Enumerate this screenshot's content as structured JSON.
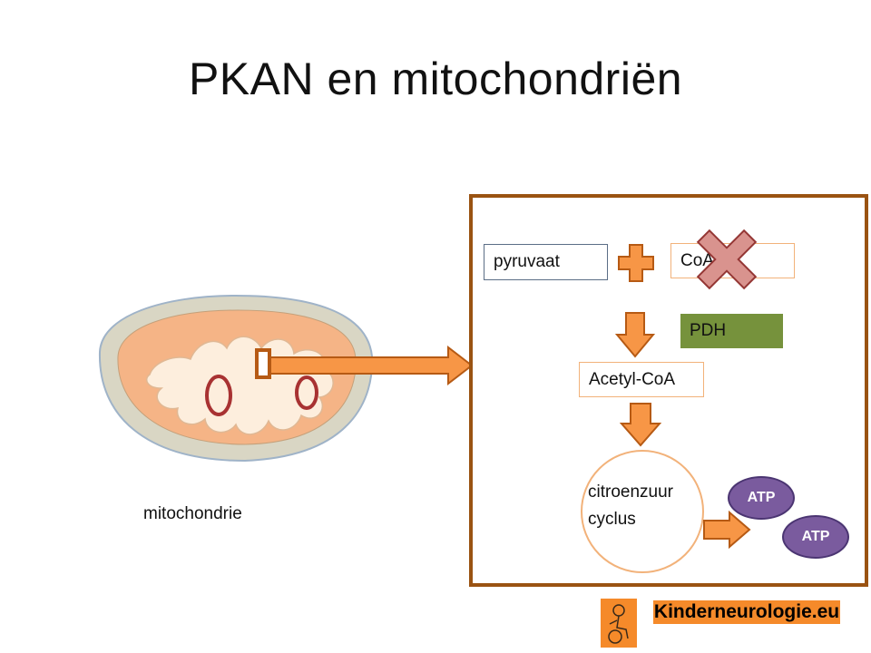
{
  "slide": {
    "title": "PKAN en mitochondriën"
  },
  "mitochondrion": {
    "label": "mitochondrie"
  },
  "pathway": {
    "pyruvate_label": "pyruvaat",
    "coa_label": "CoA",
    "enzyme_label": "PDH",
    "acetyl_coa_label": "Acetyl-CoA",
    "cycle_label_line1": "citroenzuur",
    "cycle_label_line2": "cyclus",
    "atp_labels": [
      "ATP",
      "ATP"
    ]
  },
  "logo": {
    "text": "Kinderneurologie.eu"
  },
  "colors": {
    "panel_border": "#9a5312",
    "arrow_fill": "#f79646",
    "arrow_stroke": "#b65a14",
    "enzyme_fill": "#76923c",
    "cross_fill": "#d9938e",
    "cross_stroke": "#943634",
    "atp_fill": "#7a5b9e",
    "logo_fill": "#f58a2a"
  }
}
